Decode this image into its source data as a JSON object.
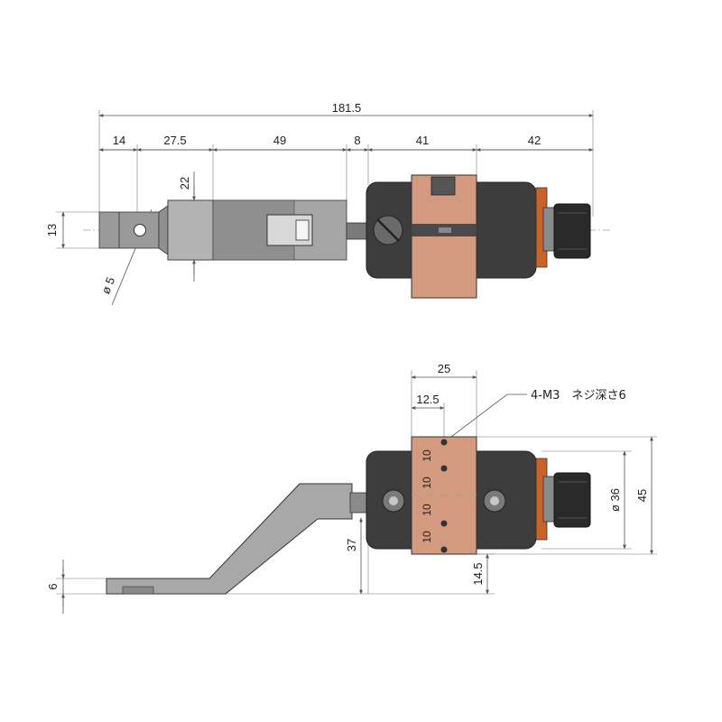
{
  "colors": {
    "copper": "#d49a7f",
    "housing": "#3d3d3d",
    "shaft": "#a6a6a6",
    "shaft_dark": "#8a8a8a",
    "orange_ring": "#c8642a",
    "nut": "#2a2a2a"
  },
  "top_view": {
    "overall_length": "181.5",
    "segments": [
      "14",
      "27.5",
      "49",
      "8",
      "41",
      "42"
    ],
    "end_height": "13",
    "hole_diameter": "ø 5",
    "shaft_height": "22"
  },
  "side_view": {
    "body_width": "25",
    "half_width": "12.5",
    "tap_note": "4-M3　ネジ深さ6",
    "pitch_upper_a": "10",
    "pitch_upper_b": "10",
    "pitch_center": "10",
    "pitch_lower": "10",
    "housing_diameter": "ø 36",
    "overall_height": "45",
    "handle_offset": "37",
    "bottom_offset": "14.5",
    "handle_thickness": "6"
  }
}
